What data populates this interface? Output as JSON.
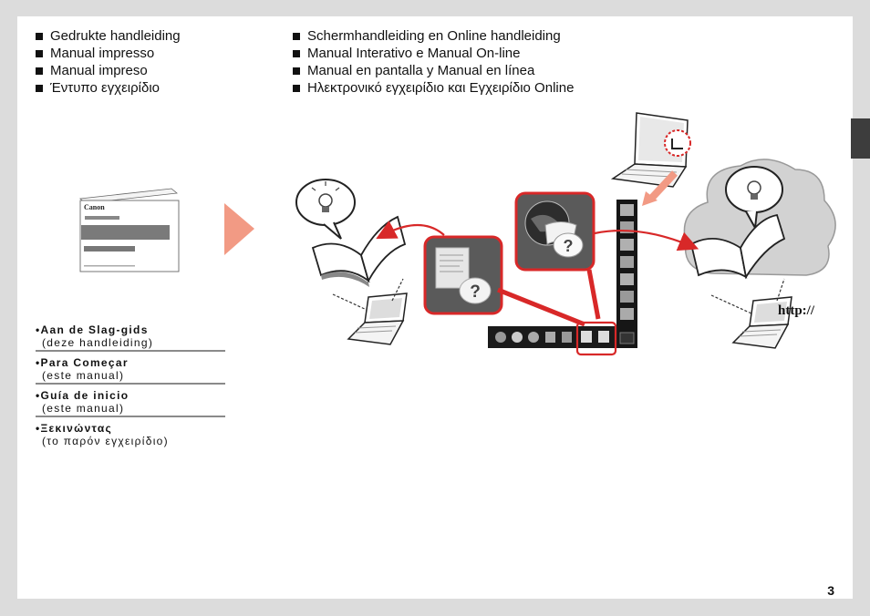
{
  "columns": {
    "printed": [
      "Gedrukte handleiding",
      "Manual impresso",
      "Manual impreso",
      "Έντυπο εγχειρίδιο"
    ],
    "online": [
      "Schermhandleiding en Online handleiding",
      "Manual Interativo e Manual On-line",
      "Manual en pantalla y Manual en línea",
      "Ηλεκτρονικό εγχειρίδιο και Εγχειρίδιο Online"
    ]
  },
  "booklet": {
    "brand": "Canon"
  },
  "guides": [
    {
      "title": "Aan de Slag-gids",
      "subtitle": "(deze handleiding)"
    },
    {
      "title": "Para Começar",
      "subtitle": "(este manual)"
    },
    {
      "title": "Guía de inicio",
      "subtitle": "(este manual)"
    },
    {
      "title": "Ξεκινώντας",
      "subtitle": "(το παρόν εγχειρίδιο)"
    }
  ],
  "illustration": {
    "url_label": "http://"
  },
  "page_number": "3",
  "colors": {
    "accent_red": "#d82828",
    "arrow_salmon": "#f29a84",
    "tab_dark": "#3d3d3d"
  }
}
